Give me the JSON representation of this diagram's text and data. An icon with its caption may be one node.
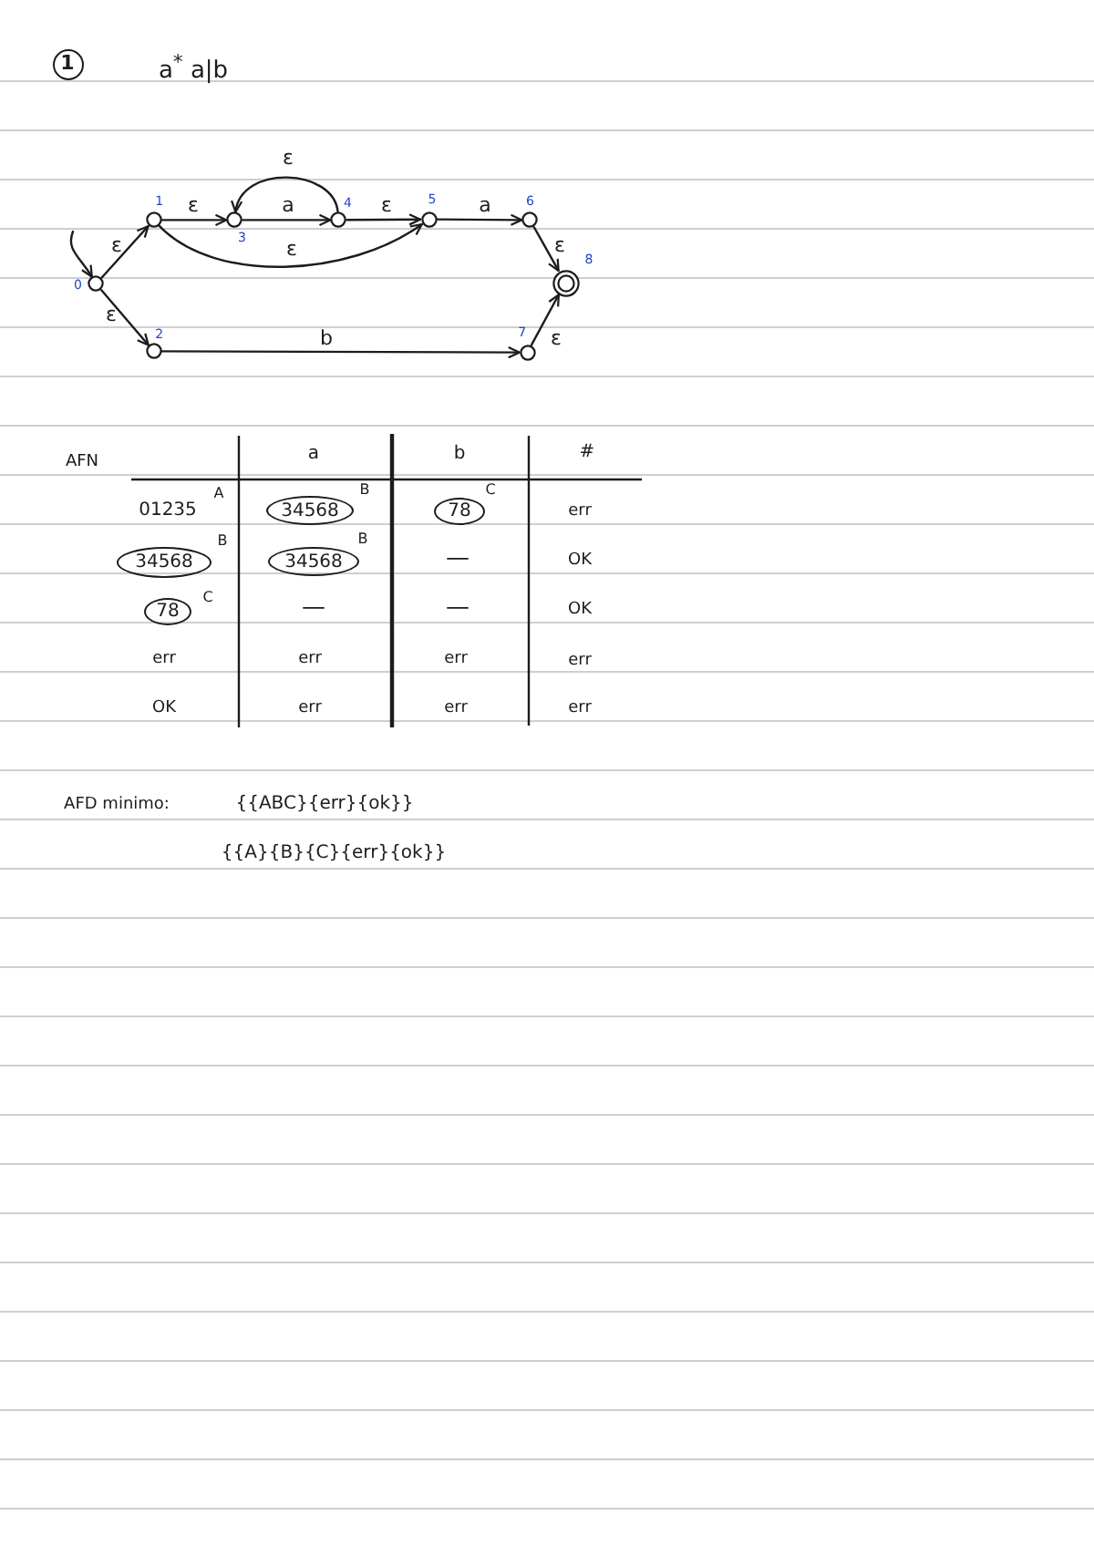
{
  "diagram": {
    "nodes": [
      {
        "text": [
          "1"
        ]
      },
      {
        "text": [],
        "shape": "circle",
        "beside": [
          "0"
        ]
      },
      {
        "text": [],
        "shape": "circle",
        "beside": [
          "1"
        ]
      },
      {
        "text": [],
        "shape": "circle",
        "beside": [
          "2"
        ]
      },
      {
        "text": [],
        "shape": "circle",
        "beside": [
          "3"
        ]
      },
      {
        "text": [],
        "shape": "circle",
        "beside": [
          "4"
        ]
      },
      {
        "text": [],
        "shape": "circle",
        "beside": [
          "5"
        ]
      },
      {
        "text": [],
        "shape": "circle",
        "beside": [
          "6"
        ]
      },
      {
        "text": [],
        "shape": "circle",
        "beside": [
          "7"
        ]
      },
      {
        "text": [],
        "shape": "doublecircle",
        "beside": [
          "8"
        ]
      },
      {
        "text": [
          "34568"
        ],
        "beside": [
          "B"
        ]
      },
      {
        "text": [
          "78"
        ],
        "beside": [
          "C"
        ]
      },
      {
        "text": [
          "34568"
        ],
        "beside": [
          "B"
        ]
      },
      {
        "text": [
          "34568"
        ],
        "beside": [
          "B"
        ]
      },
      {
        "text": [
          "78"
        ],
        "beside": [
          "C"
        ]
      }
    ],
    "edges": [
      {
        "from": null,
        "to": 1,
        "arrow": "to"
      },
      {
        "from": 1,
        "to": 2,
        "arrow": "to",
        "label": "ε"
      },
      {
        "from": 1,
        "to": 3,
        "arrow": "to",
        "label": "ε"
      },
      {
        "from": 2,
        "to": 4,
        "arrow": "to",
        "label": "ε"
      },
      {
        "from": 4,
        "to": 5,
        "arrow": "to",
        "label": "a"
      },
      {
        "from": 5,
        "to": 4,
        "arrow": "to",
        "label": "ε"
      },
      {
        "from": 5,
        "to": 6,
        "arrow": "to",
        "label": "ε"
      },
      {
        "from": 2,
        "to": 6,
        "arrow": "to",
        "label": "ε"
      },
      {
        "from": 6,
        "to": 7,
        "arrow": "to",
        "label": "a"
      },
      {
        "from": 7,
        "to": 9,
        "arrow": "to",
        "label": "ε"
      },
      {
        "from": 3,
        "to": 8,
        "arrow": "to",
        "label": "b"
      },
      {
        "from": 8,
        "to": 9,
        "arrow": "to",
        "label": "ε"
      }
    ],
    "labels": [
      "a$^{*}$ a|b",
      "AFN",
      "a",
      "b",
      "#",
      "01235",
      "A",
      "err",
      "—",
      "OK",
      "—",
      "—",
      "OK",
      "err",
      "err",
      "err",
      "err",
      "OK",
      "err",
      "err",
      "err",
      "AFD minimo:",
      "{{ABC}{err}{ok}}",
      "{{A}{B}{C}{err}{ok}}"
    ]
  }
}
